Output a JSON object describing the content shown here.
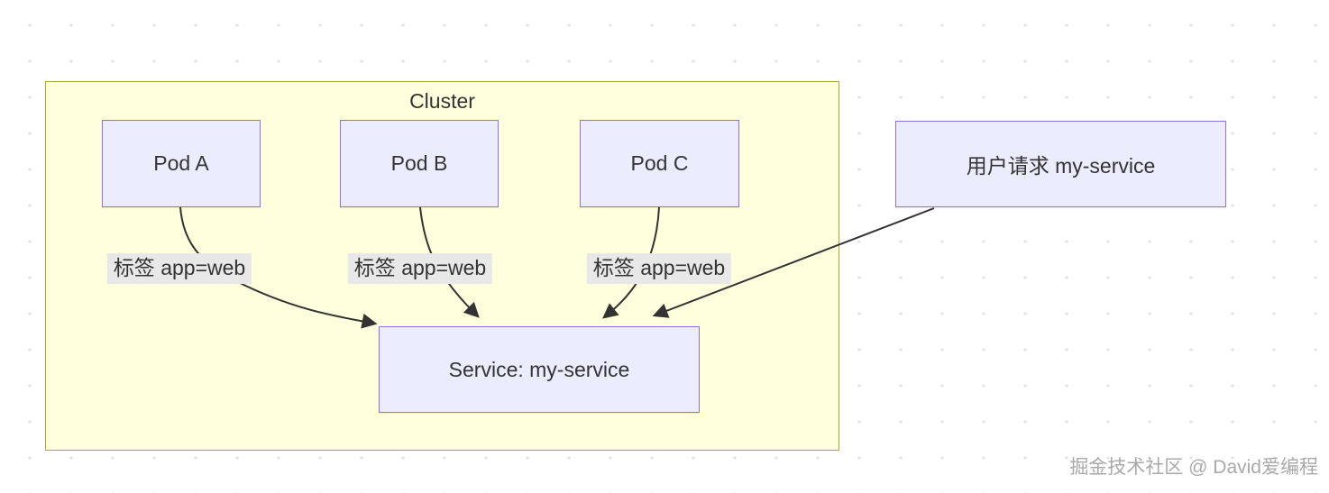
{
  "diagram": {
    "type": "flowchart",
    "cluster": {
      "title": "Cluster"
    },
    "nodes": {
      "pod_a": {
        "label": "Pod A"
      },
      "pod_b": {
        "label": "Pod B"
      },
      "pod_c": {
        "label": "Pod C"
      },
      "service": {
        "label": "Service: my-service"
      },
      "user_request": {
        "label": "用户请求 my-service"
      }
    },
    "edges": [
      {
        "from": "pod_a",
        "to": "service",
        "label": "标签 app=web"
      },
      {
        "from": "pod_b",
        "to": "service",
        "label": "标签 app=web"
      },
      {
        "from": "pod_c",
        "to": "service",
        "label": "标签 app=web"
      },
      {
        "from": "user_request",
        "to": "service",
        "label": ""
      }
    ],
    "edge_labels": {
      "pod_a": "标签 app=web",
      "pod_b": "标签 app=web",
      "pod_c": "标签 app=web"
    },
    "colors": {
      "cluster_fill": "#ffffde",
      "cluster_border": "#aaaa33",
      "node_fill": "#ececff",
      "node_border": "#9370db",
      "edge": "#333333",
      "edge_label_bg": "#e8e8e8",
      "text": "#333333"
    }
  },
  "watermark": {
    "text": "掘金技术社区 @ David爱编程"
  }
}
